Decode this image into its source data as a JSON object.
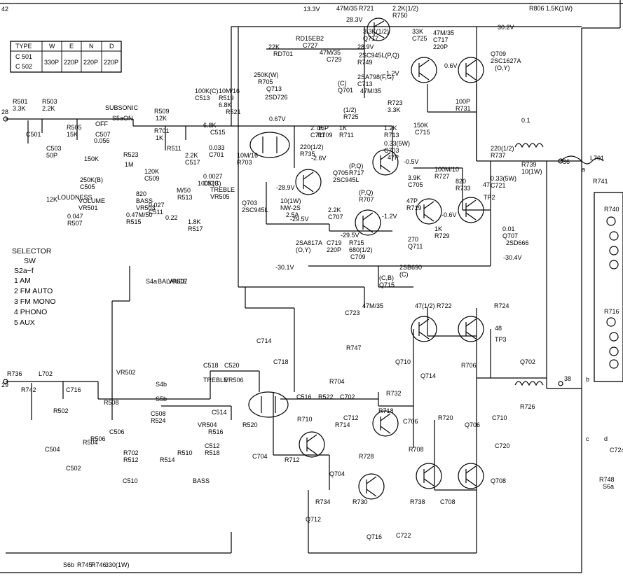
{
  "page_corner": {
    "left": "42",
    "top_right": "R806 1.5K(1W)"
  },
  "type_table": {
    "headers": [
      "TYPE",
      "W",
      "E",
      "N",
      "D"
    ],
    "rows": [
      [
        "C 501",
        "330P",
        "220P",
        "220P",
        "220P"
      ],
      [
        "C 502",
        "",
        "",
        "",
        ""
      ]
    ]
  },
  "selector_legend": {
    "title": "SELECTOR",
    "sub1": "SW",
    "sub2": "S2a~f",
    "items": [
      "1   AM",
      "2   FM AUTO",
      "3   FM MONO",
      "4   PHONO",
      "5   AUX"
    ]
  },
  "rails": {
    "v133": "13.3V",
    "v283": "28.3V",
    "v302": "30.2V",
    "v289": "28.9V",
    "v12": "1.2V",
    "v06a": "0.6V",
    "v067": "0.67V",
    "v26": "-2.6V",
    "v05": "-0.5V",
    "v12n": "-1.2V",
    "v06b": "-0.6V",
    "v289n": "-28.9V",
    "v295a": "-29.5V",
    "v295b": "-29.5V",
    "v301": "-30.1V",
    "v304": "-30.4V"
  },
  "terminals": {
    "in28": "28",
    "in29": "29",
    "out36": "36",
    "out38": "38",
    "tp2_num": "47",
    "tp2": "TP2",
    "tp3_num": "48",
    "tp3": "TP3",
    "a": "a",
    "b": "b",
    "c": "c",
    "d": "d"
  },
  "labels": [
    "R501",
    "3.3K",
    "R503",
    "2.2K",
    "C501",
    "C503",
    "50P",
    "R505",
    "15K",
    "SUBSONIC",
    "S5a",
    "OFF",
    "ON",
    "C507",
    "0.056",
    "R523",
    "1M",
    "R509",
    "12K",
    "R701",
    "1K",
    "R511",
    "120K",
    "C509",
    "0.027",
    "C511",
    "0.22",
    "M/50",
    "R513",
    "2.2K",
    "C517",
    "0.0027",
    "C519",
    "0.033",
    "C701",
    "0.47M/50",
    "R515",
    "1.8K",
    "R517",
    "820",
    "BASS",
    "VR503",
    "100K(C)",
    "TREBLE",
    "VR505",
    "100K(C)",
    "C513",
    "10M/16",
    "R519",
    "6.8K",
    "R521",
    "6.8K",
    "C515",
    "10M/16",
    "R703",
    "150K",
    "VOLUME",
    "VR501",
    "250K(B)",
    "C505",
    "0.047",
    "R507",
    "12K",
    "LOUDNESS",
    "S4a",
    "BALANCE",
    "VR507",
    "250K(W)",
    "R705",
    "22K",
    "RD701",
    "RD15EB2",
    "C727",
    "47M/35",
    "C729",
    "47M/35",
    "R721",
    "2.2K(1/2)",
    "R750",
    "3.3K(1/2)",
    "Q717",
    "2SC945L(P,Q)",
    "R749",
    "33K",
    "C725",
    "47M/35",
    "C717",
    "220P",
    "Q709",
    "2SC1627A",
    "(O,Y)",
    "Q713",
    "2SD726",
    "(C)",
    "Q701",
    "2SA798(F,G)",
    "C713",
    "47M/35",
    "R723",
    "3.3K",
    "(1/2)",
    "R725",
    "2.7K",
    "C711",
    "15P",
    "R709",
    "1K",
    "R711",
    "1.2K",
    "R713",
    "150K",
    "C715",
    "100P",
    "R731",
    "220(1/2)",
    "R735",
    "0.33(5W)",
    "C703",
    "47P",
    "Q705",
    "2SC945L",
    "(P,Q)",
    "R717",
    "3.9K",
    "C705",
    "100M/10",
    "R727",
    "820",
    "R733",
    "220(1/2)",
    "R737",
    "0.33(5W)",
    "C721",
    "0.1",
    "R739",
    "10(1W)",
    "L701",
    "R741",
    "10(1W)",
    "NW-2S",
    "2.5A",
    "Q703",
    "2SC945L",
    "(P,Q)",
    "R707",
    "2.2K",
    "C707",
    "47P",
    "R719",
    "1K",
    "R729",
    "270",
    "Q711",
    "2SA817A",
    "(O,Y)",
    "C719",
    "220P",
    "R715",
    "680(1/2)",
    "C709",
    "0.01",
    "Q707",
    "2SD666",
    "(C,B)",
    "Q715",
    "2SB690",
    "(C)",
    "C723",
    "47M/35",
    "R747",
    "47(1/2)",
    "R722",
    "R724",
    "C714",
    "C718",
    "Q710",
    "Q714",
    "R706",
    "Q702",
    "R726",
    "R732",
    "R736",
    "L702",
    "R742",
    "C716",
    "R502",
    "R504",
    "C502",
    "R506",
    "C504",
    "C506",
    "R508",
    "VR502",
    "S4b",
    "S5b",
    "C508",
    "R524",
    "R510",
    "R702",
    "R512",
    "C510",
    "R514",
    "BASS",
    "VR504",
    "R516",
    "C512",
    "R518",
    "C518",
    "C520",
    "TREBLE",
    "VR506",
    "C514",
    "R520",
    "C516",
    "R522",
    "C702",
    "R704",
    "R710",
    "R712",
    "R714",
    "C712",
    "C704",
    "Q704",
    "R718",
    "C706",
    "R708",
    "R720",
    "Q706",
    "R728",
    "R730",
    "R734",
    "R738",
    "C708",
    "Q708",
    "C710",
    "C720",
    "Q712",
    "Q716",
    "C722",
    "R740",
    "R716",
    "C724",
    "R748",
    "S6a",
    "S6b",
    "R745",
    "R746",
    "330(1W)"
  ]
}
